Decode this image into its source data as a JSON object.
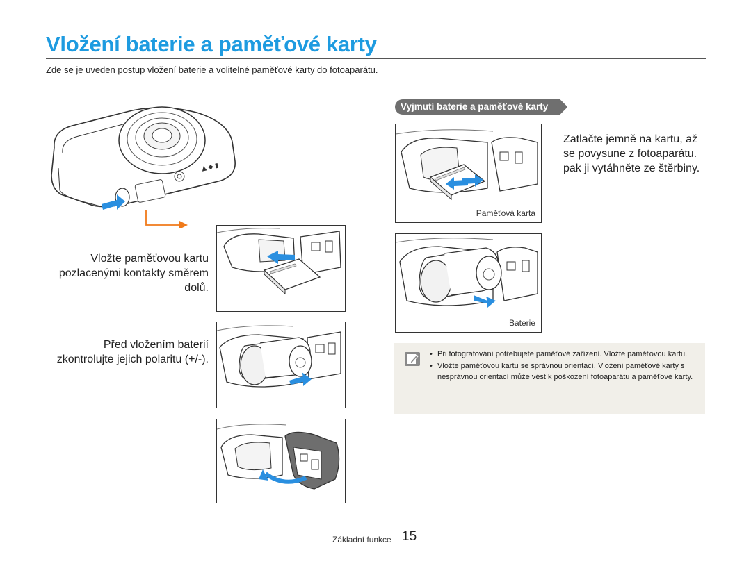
{
  "page": {
    "title": "Vložení baterie a paměťové karty",
    "intro": "Zde se je uveden postup vložení baterie a volitelné paměťové karty do fotoaparátu."
  },
  "left_steps": {
    "insert_card": [
      "Vložte paměťovou kartu",
      "pozlacenými kontakty směrem",
      "dolů."
    ],
    "check_battery": [
      "Před vložením baterií",
      "zkontrolujte jejich polaritu (+/-)."
    ]
  },
  "removal": {
    "heading": "Vyjmutí baterie a paměťové karty",
    "card_instruction": [
      "Zatlačte jemně na kartu, až",
      "se povysune z fotoaparátu.",
      "pak ji vytáhněte ze štěrbiny."
    ],
    "card_caption": "Paměťová karta",
    "battery_caption": "Baterie"
  },
  "note": {
    "icon": "note-pencil-icon",
    "items": [
      "Při fotografování potřebujete paměťové zařízení. Vložte paměťovou kartu.",
      "Vložte paměťovou kartu se správnou orientací. Vložení paměťové karty s nesprávnou orientací může vést k poškození fotoaparátu a paměťové karty."
    ]
  },
  "footer": {
    "section": "Základní funkce",
    "page_number": "15"
  },
  "colors": {
    "title": "#1e9be0",
    "arrow_blue": "#2a8fe0",
    "arrow_orange": "#f07a1a",
    "badge": "#6f6f6f",
    "note_bg": "#f1efe9"
  }
}
